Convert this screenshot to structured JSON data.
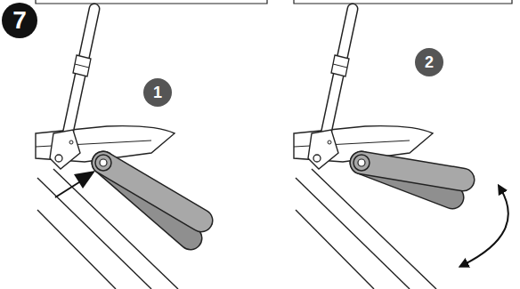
{
  "diagram": {
    "labels": [
      "7",
      "1",
      "2"
    ]
  }
}
